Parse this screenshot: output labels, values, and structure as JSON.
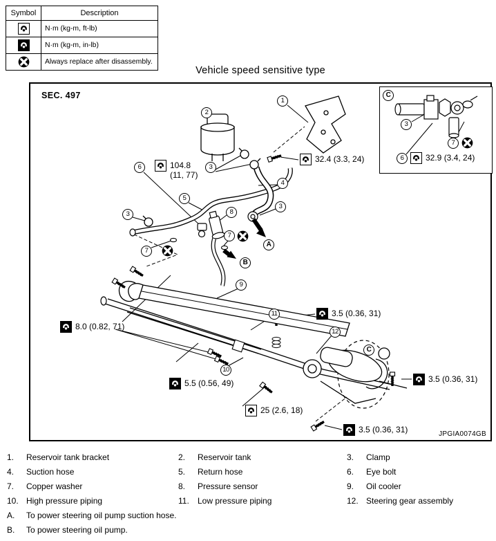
{
  "symbol_table": {
    "header": {
      "symbol": "Symbol",
      "description": "Description"
    },
    "rows": [
      {
        "icon": "torque-ft-lb-icon",
        "description": "N·m (kg-m, ft-lb)"
      },
      {
        "icon": "torque-in-lb-icon",
        "description": "N·m (kg-m, in-lb)"
      },
      {
        "icon": "replace-after-disassembly-icon",
        "description": "Always replace after disassembly."
      }
    ]
  },
  "title": "Vehicle speed sensitive type",
  "diagram": {
    "section": "SEC. 497",
    "figure_code": "JPGIA0074GB",
    "inset_label": "C",
    "detail_label": "C",
    "inset_torque": {
      "value": "32.9 (3.4, 24)",
      "icon": "torque-ft-lb-icon"
    },
    "callout_numbers": [
      "1",
      "2",
      "3",
      "4",
      "5",
      "6",
      "7",
      "8",
      "9",
      "10",
      "11",
      "12"
    ],
    "flow_a": "A",
    "flow_b": "B",
    "torques": [
      {
        "value": "104.8",
        "value2": "(11, 77)",
        "icon": "torque-ft-lb-icon"
      },
      {
        "value": "32.4 (3.3, 24)",
        "icon": "torque-ft-lb-icon"
      },
      {
        "value": "8.0 (0.82, 71)",
        "icon": "torque-in-lb-icon"
      },
      {
        "value": "3.5 (0.36, 31)",
        "icon": "torque-in-lb-icon"
      },
      {
        "value": "5.5 (0.56, 49)",
        "icon": "torque-in-lb-icon"
      },
      {
        "value": "25 (2.6, 18)",
        "icon": "torque-ft-lb-icon"
      },
      {
        "value": "3.5 (0.36, 31)",
        "icon": "torque-in-lb-icon"
      },
      {
        "value": "3.5 (0.36, 31)",
        "icon": "torque-in-lb-icon"
      }
    ]
  },
  "legend": {
    "items": [
      {
        "num": "1.",
        "label": "Reservoir tank bracket"
      },
      {
        "num": "2.",
        "label": "Reservoir tank"
      },
      {
        "num": "3.",
        "label": "Clamp"
      },
      {
        "num": "4.",
        "label": "Suction hose"
      },
      {
        "num": "5.",
        "label": "Return hose"
      },
      {
        "num": "6.",
        "label": "Eye bolt"
      },
      {
        "num": "7.",
        "label": "Copper washer"
      },
      {
        "num": "8.",
        "label": "Pressure sensor"
      },
      {
        "num": "9.",
        "label": "Oil cooler"
      },
      {
        "num": "10.",
        "label": "High pressure piping"
      },
      {
        "num": "11.",
        "label": "Low pressure piping"
      },
      {
        "num": "12.",
        "label": "Steering gear assembly"
      }
    ],
    "notes": [
      {
        "num": "A.",
        "label": "To power steering oil pump suction hose."
      },
      {
        "num": "B.",
        "label": "To power steering oil pump."
      }
    ]
  }
}
